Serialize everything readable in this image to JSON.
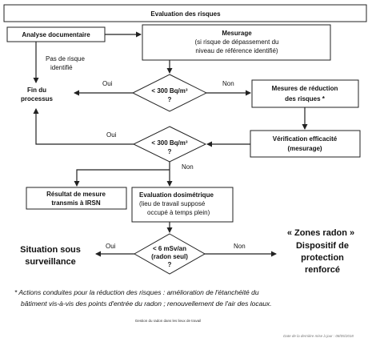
{
  "title": "Evaluation des risques",
  "nodes": {
    "analyse": "Analyse documentaire",
    "mesurage": {
      "line1": "Mesurage",
      "line2": "(si risque de dépassement du",
      "line3": "niveau de référence identifié)"
    },
    "fin": {
      "line1": "Fin du",
      "line2": "processus"
    },
    "decision1": {
      "line1": "< 300  Bq/m³",
      "line2": "?"
    },
    "mesures_reduction": {
      "line1": "Mesures de réduction",
      "line2": "des risques *"
    },
    "verification": {
      "line1": "Vérification efficacité",
      "line2": "(mesurage)"
    },
    "decision2": {
      "line1": "< 300 Bq/m³",
      "line2": "?"
    },
    "resultat": {
      "line1": "Résultat de mesure",
      "line2": "transmis à IRSN"
    },
    "evaluation": {
      "line1": "Evaluation dosimétrique",
      "line2": "(lieu de travail supposé",
      "line3": "occupé à temps plein)"
    },
    "decision3": {
      "line1": "< 6 mSv/an",
      "line2": "(radon seul)",
      "line3": "?"
    }
  },
  "labels": {
    "pas_de_risque_line1": "Pas de risque",
    "pas_de_risque_line2": "identifié",
    "oui_1": "Oui",
    "non_1": "Non",
    "oui_2": "Oui",
    "non_2": "Non",
    "oui_3": "Oui",
    "non_3": "Non"
  },
  "outcomes": {
    "situation_line1": "Situation sous",
    "situation_line2": "surveillance",
    "zones_radon": "« Zones radon »",
    "dispositif_line1": "Dispositif de",
    "dispositif_line2": "protection",
    "dispositif_line3": "renforcé"
  },
  "footnote": {
    "line1": "* Actions conduites pour la réduction des risques : amélioration de l'étanchéité du",
    "line2": "bâtiment vis-à-vis des points d'entrée du radon ; renouvellement de l'air des locaux."
  },
  "caption": "Gestion du radon dans les lieux de travail",
  "update_date": "Date de la dernière mise à jour : 08/05/2018"
}
